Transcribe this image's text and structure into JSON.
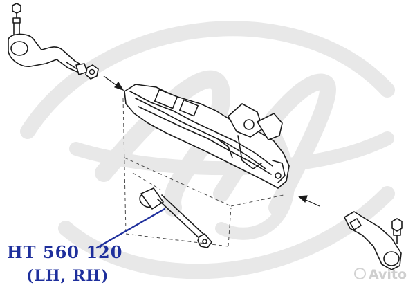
{
  "diagram": {
    "part_number": "HT 560 120",
    "side": "(LH, RH)",
    "watermark": "Avito",
    "colors": {
      "line": "#1a1a1a",
      "label": "#1e2f9c",
      "leader": "#1e2f9c",
      "logo": "#e6e6e6"
    },
    "parts": [
      "tie-rod-end-left",
      "lock-nut-left",
      "steering-rack",
      "inner-tie-rod",
      "tie-rod-end-right"
    ]
  }
}
